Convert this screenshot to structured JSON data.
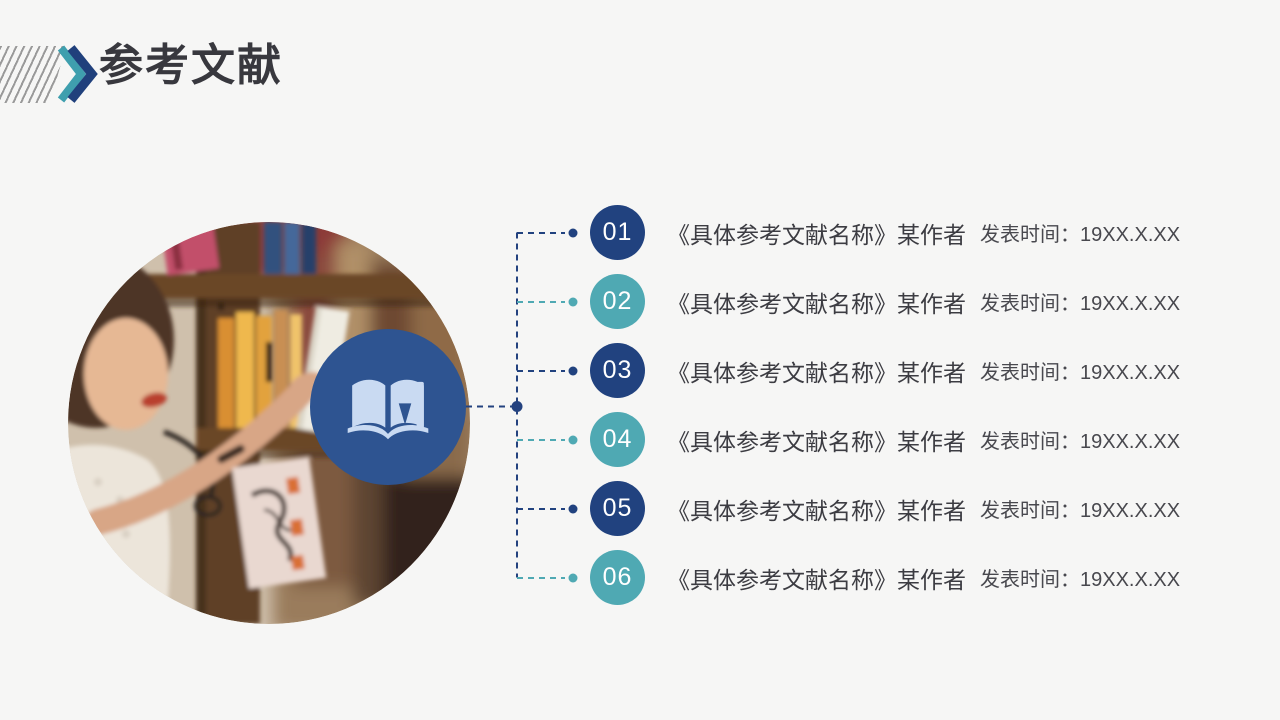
{
  "slide": {
    "title": "参考文献"
  },
  "colors": {
    "background": "#f6f6f5",
    "navy": "#21427f",
    "teal": "#4fa9b3",
    "book_circle": "#2e5491",
    "book_icon": "#c9daf2",
    "connector": "#24427f",
    "title_text": "#38383e",
    "body_text": "#3c3c42",
    "date_text": "#48484e",
    "stripe": "#9a9a9a",
    "chevron_teal": "#3f9fae",
    "chevron_navy": "#20407c",
    "number_text": "#ffffff"
  },
  "photo": {
    "alt": "Woman reaching for a book on a wooden bookshelf"
  },
  "references": [
    {
      "number": "01",
      "title_author": "《具体参考文献名称》某作者",
      "date": "发表时间：19XX.X.XX"
    },
    {
      "number": "02",
      "title_author": "《具体参考文献名称》某作者",
      "date": "发表时间：19XX.X.XX"
    },
    {
      "number": "03",
      "title_author": "《具体参考文献名称》某作者",
      "date": "发表时间：19XX.X.XX"
    },
    {
      "number": "04",
      "title_author": "《具体参考文献名称》某作者",
      "date": "发表时间：19XX.X.XX"
    },
    {
      "number": "05",
      "title_author": "《具体参考文献名称》某作者",
      "date": "发表时间：19XX.X.XX"
    },
    {
      "number": "06",
      "title_author": "《具体参考文献名称》某作者",
      "date": "发表时间：19XX.X.XX"
    }
  ]
}
